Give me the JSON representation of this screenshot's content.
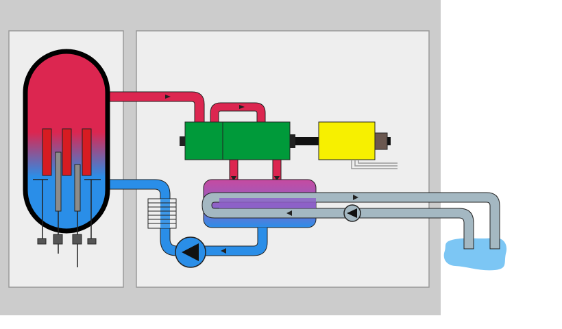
{
  "diagram": {
    "kind": "schematic",
    "text_labels": [],
    "components": [
      {
        "name": "containment-building",
        "color": "#cccccc"
      },
      {
        "name": "reactor-room",
        "color": "#eeeeee"
      },
      {
        "name": "turbine-hall",
        "color": "#eeeeee"
      },
      {
        "name": "reactor-vessel",
        "hot_color": "#dc2650",
        "cold_color": "#2a8ee8"
      },
      {
        "name": "control-rod",
        "color": "#8c8c8c"
      },
      {
        "name": "fuel-rod",
        "color": "#d71c22"
      },
      {
        "name": "high-pressure-turbine",
        "color": "#009a3a"
      },
      {
        "name": "low-pressure-turbine",
        "color": "#009a3a"
      },
      {
        "name": "generator",
        "color": "#f7f000"
      },
      {
        "name": "condenser",
        "top_color": "#c64aa0",
        "bottom_color": "#2a8ee8"
      },
      {
        "name": "feedwater-pump",
        "color": "#2a8ee8"
      },
      {
        "name": "cooling-water-pump",
        "color": "#a4b8c2"
      },
      {
        "name": "cooling-water-reservoir",
        "color": "#7cc6f4"
      }
    ],
    "colors": {
      "steam": "#dc2650",
      "water": "#2a8ee8",
      "cooling_water": "#a4b8c2",
      "shaft": "#111111"
    }
  }
}
